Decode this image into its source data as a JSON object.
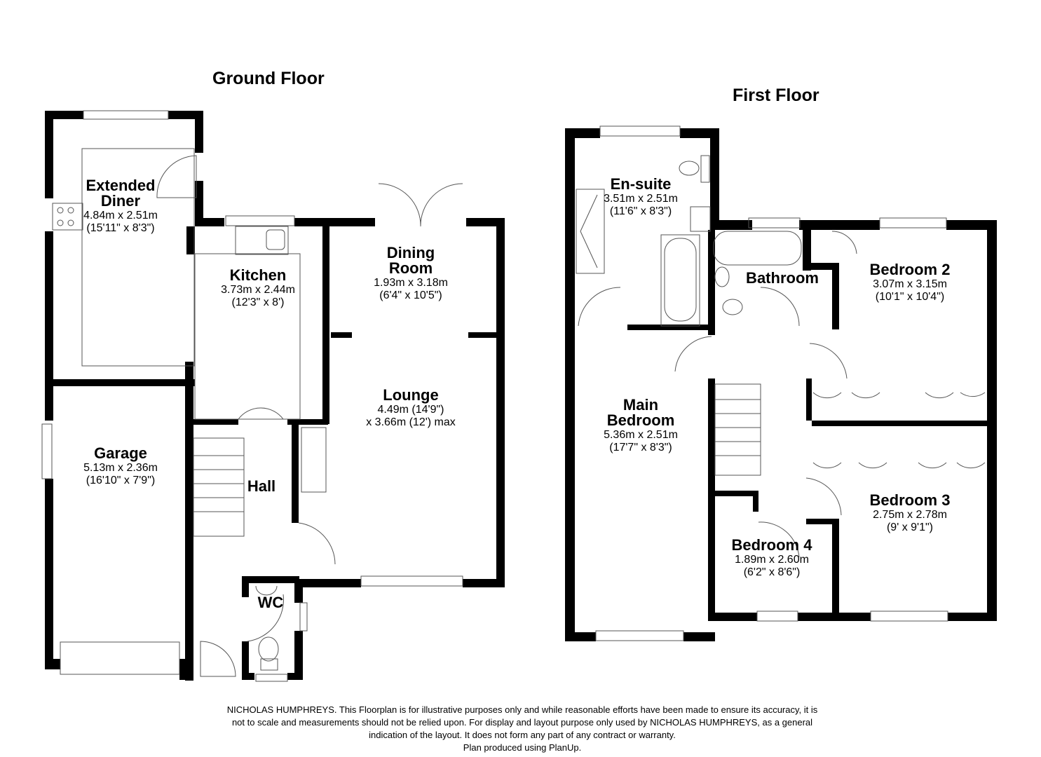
{
  "floors": {
    "ground": {
      "title": "Ground Floor",
      "rooms": [
        {
          "name": "Extended Diner",
          "name_lines": [
            "Extended",
            "Diner"
          ],
          "metric": "4.84m x 2.51m",
          "imperial": "(15'11\" x 8'3\")"
        },
        {
          "name": "Kitchen",
          "name_lines": [
            "Kitchen"
          ],
          "metric": "3.73m x 2.44m",
          "imperial": "(12'3\" x 8')"
        },
        {
          "name": "Dining Room",
          "name_lines": [
            "Dining",
            "Room"
          ],
          "metric": "1.93m x 3.18m",
          "imperial": "(6'4\" x 10'5\")"
        },
        {
          "name": "Lounge",
          "name_lines": [
            "Lounge"
          ],
          "metric": "4.49m (14'9\")",
          "imperial": "x 3.66m (12') max"
        },
        {
          "name": "Garage",
          "name_lines": [
            "Garage"
          ],
          "metric": "5.13m x 2.36m",
          "imperial": "(16'10\" x 7'9\")"
        },
        {
          "name": "Hall",
          "name_lines": [
            "Hall"
          ]
        },
        {
          "name": "WC",
          "name_lines": [
            "WC"
          ]
        }
      ]
    },
    "first": {
      "title": "First Floor",
      "rooms": [
        {
          "name": "En-suite",
          "name_lines": [
            "En-suite"
          ],
          "metric": "3.51m x 2.51m",
          "imperial": "(11'6\" x 8'3\")"
        },
        {
          "name": "Bathroom",
          "name_lines": [
            "Bathroom"
          ]
        },
        {
          "name": "Bedroom 2",
          "name_lines": [
            "Bedroom 2"
          ],
          "metric": "3.07m x 3.15m",
          "imperial": "(10'1\" x 10'4\")"
        },
        {
          "name": "Main Bedroom",
          "name_lines": [
            "Main",
            "Bedroom"
          ],
          "metric": "5.36m x 2.51m",
          "imperial": "(17'7\" x 8'3\")"
        },
        {
          "name": "Bedroom 3",
          "name_lines": [
            "Bedroom 3"
          ],
          "metric": "2.75m x 2.78m",
          "imperial": "(9' x 9'1\")"
        },
        {
          "name": "Bedroom 4",
          "name_lines": [
            "Bedroom 4"
          ],
          "metric": "1.89m x 2.60m",
          "imperial": "(6'2\" x 8'6\")"
        }
      ]
    }
  },
  "footer": {
    "lines": [
      "NICHOLAS HUMPHREYS. This Floorplan is for illustrative purposes only and while reasonable efforts have been made to ensure its accuracy, it is",
      "not to scale and measurements should not be relied upon. For display and layout purpose only used by NICHOLAS HUMPHREYS, as a general",
      "indication of the layout. It does not form any part of any contract or warranty.",
      "Plan produced using PlanUp."
    ]
  },
  "colors": {
    "wall": "#000000",
    "fixture": "#555555",
    "background": "#ffffff"
  }
}
